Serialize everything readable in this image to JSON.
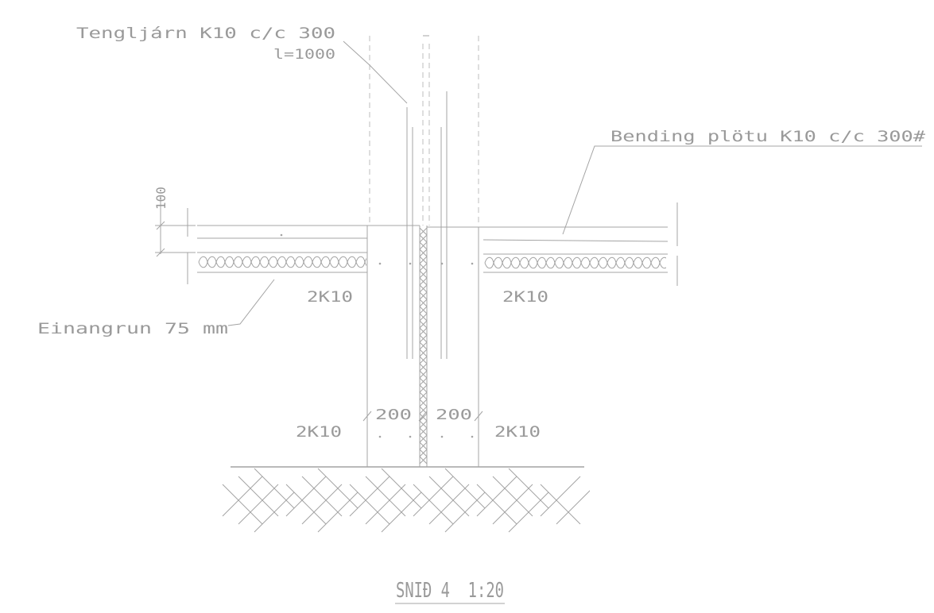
{
  "labels": {
    "tie_bar": "Tengljárn K10 c/c 300",
    "tie_bar_length": "l=1000",
    "slab_rebar": "Bending plötu K10 c/c 300#",
    "insulation": "Einangrun 75 mm",
    "slab_thickness": "100",
    "bars_upper_left": "2K10",
    "bars_upper_right": "2K10",
    "bars_lower_left": "2K10",
    "bars_lower_right": "2K10",
    "dim_left": "200",
    "dim_right": "200",
    "section_title": "SNIÐ 4  1:20"
  },
  "colors": {
    "line": "#a4a4a4",
    "text": "#9a9a9a"
  }
}
